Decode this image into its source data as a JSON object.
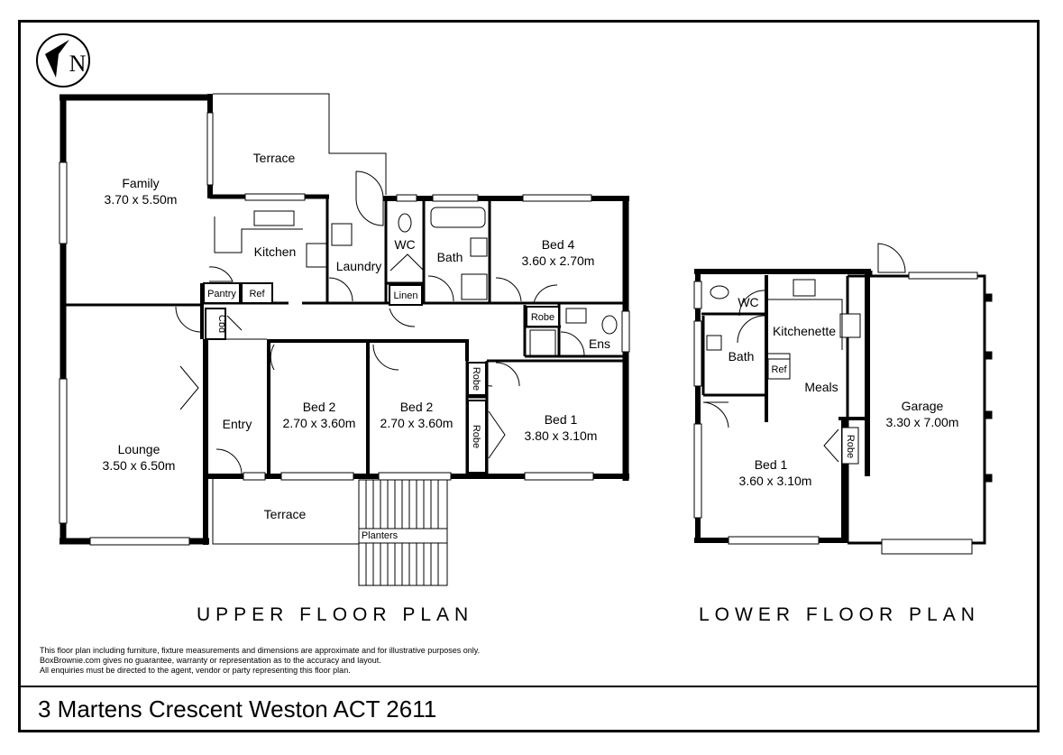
{
  "compass": {
    "letter": "N",
    "icon": "north-arrow-icon"
  },
  "upper_floor": {
    "title": "UPPER FLOOR PLAN",
    "rooms": {
      "terrace_top": "Terrace",
      "family_name": "Family",
      "family_size": "3.70 x 5.50m",
      "kitchen": "Kitchen",
      "laundry": "Laundry",
      "wc": "WC",
      "bath": "Bath",
      "bed4_name": "Bed 4",
      "bed4_size": "3.60 x 2.70m",
      "pantry": "Pantry",
      "ref": "Ref",
      "linen": "Linen",
      "robe_a": "Robe",
      "cbd": "Cbd",
      "ens": "Ens",
      "lounge_name": "Lounge",
      "lounge_size": "3.50 x 6.50m",
      "entry": "Entry",
      "bed2a_name": "Bed 2",
      "bed2a_size": "2.70 x 3.60m",
      "bed2b_name": "Bed 2",
      "bed2b_size": "2.70 x 3.60m",
      "robe_b": "Robe",
      "robe_c": "Robe",
      "bed1_name": "Bed 1",
      "bed1_size": "3.80 x 3.10m",
      "terrace_bottom": "Terrace",
      "planters": "Planters"
    }
  },
  "lower_floor": {
    "title": "LOWER FLOOR PLAN",
    "rooms": {
      "wc": "WC",
      "kitchenette": "Kitchenette",
      "bath": "Bath",
      "ref": "Ref",
      "meals": "Meals",
      "robe": "Robe",
      "bed1_name": "Bed 1",
      "bed1_size": "3.60 x 3.10m",
      "garage_name": "Garage",
      "garage_size": "3.30 x 7.00m"
    }
  },
  "disclaimer": [
    "This floor plan including furniture, fixture measurements and dimensions are approximate and for illustrative purposes only.",
    "BoxBrownie.com gives no guarantee, warranty or representation as to the accuracy and layout.",
    "All enquiries must be directed to the agent, vendor or party representing this floor plan."
  ],
  "address": "3 Martens Crescent Weston ACT 2611"
}
